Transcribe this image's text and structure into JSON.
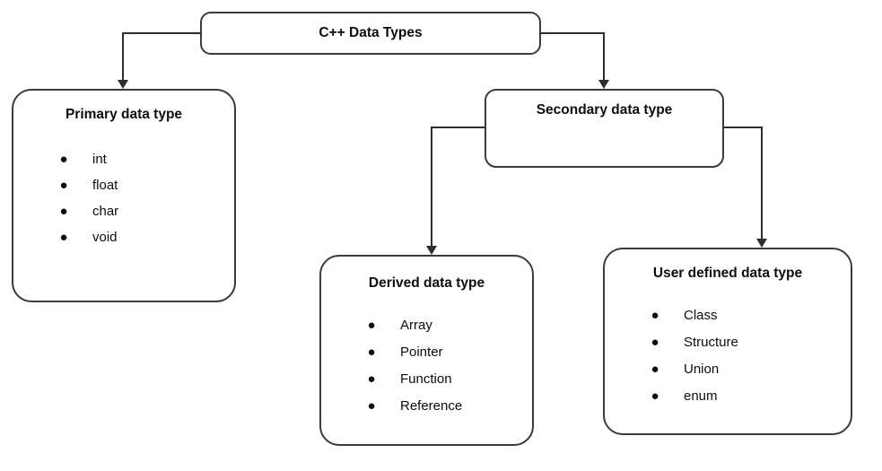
{
  "diagram": {
    "root": {
      "title": "C++ Data Types"
    },
    "primary": {
      "title": "Primary data type",
      "items": [
        "int",
        "float",
        "char",
        "void"
      ]
    },
    "secondary": {
      "title": "Secondary data type"
    },
    "derived": {
      "title": "Derived data type",
      "items": [
        "Array",
        "Pointer",
        "Function",
        "Reference"
      ]
    },
    "user_defined": {
      "title": "User defined data type",
      "items": [
        "Class",
        "Structure",
        "Union",
        "enum"
      ]
    },
    "bullet_glyph": "●"
  },
  "colors": {
    "line": "#2e2e2e",
    "border": "#3b3b3b",
    "text": "#0d0d0d",
    "background": "#ffffff"
  }
}
